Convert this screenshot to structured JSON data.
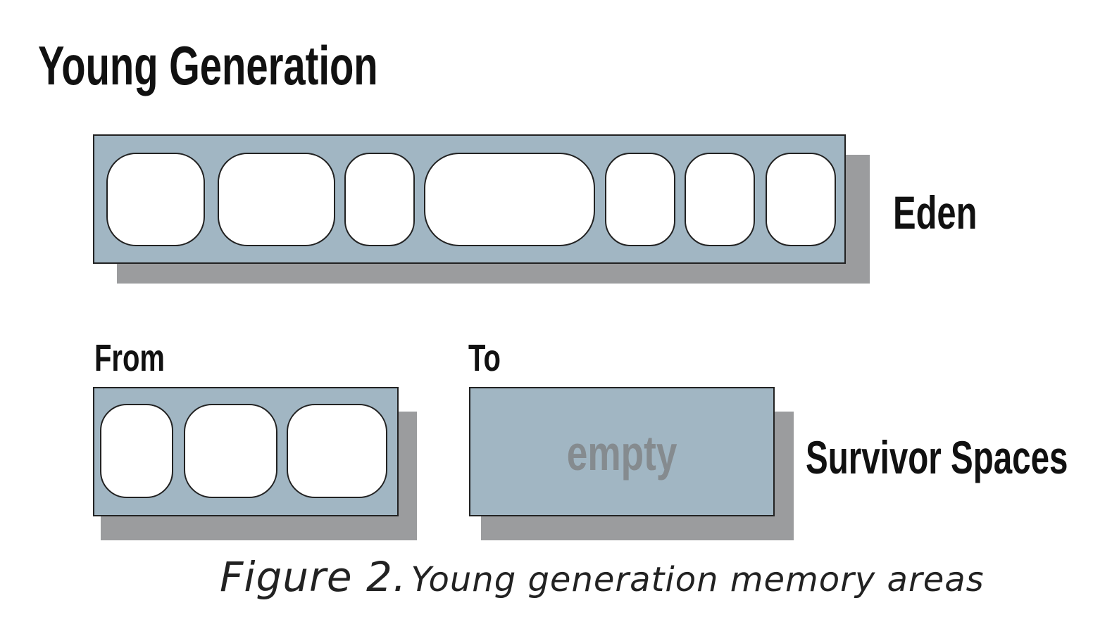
{
  "title": "Young Generation",
  "eden": {
    "label": "Eden",
    "object_count": 7
  },
  "survivor": {
    "label": "Survivor Spaces",
    "from": {
      "label": "From",
      "object_count": 3
    },
    "to": {
      "label": "To",
      "content_text": "empty"
    }
  },
  "caption": {
    "figure": "Figure 2.",
    "text": "Young generation memory areas"
  },
  "colors": {
    "panel": "#a1b6c3",
    "shadow": "#9b9c9e",
    "object": "#ffffff",
    "outline": "#222222",
    "empty_text": "#858b8f"
  }
}
